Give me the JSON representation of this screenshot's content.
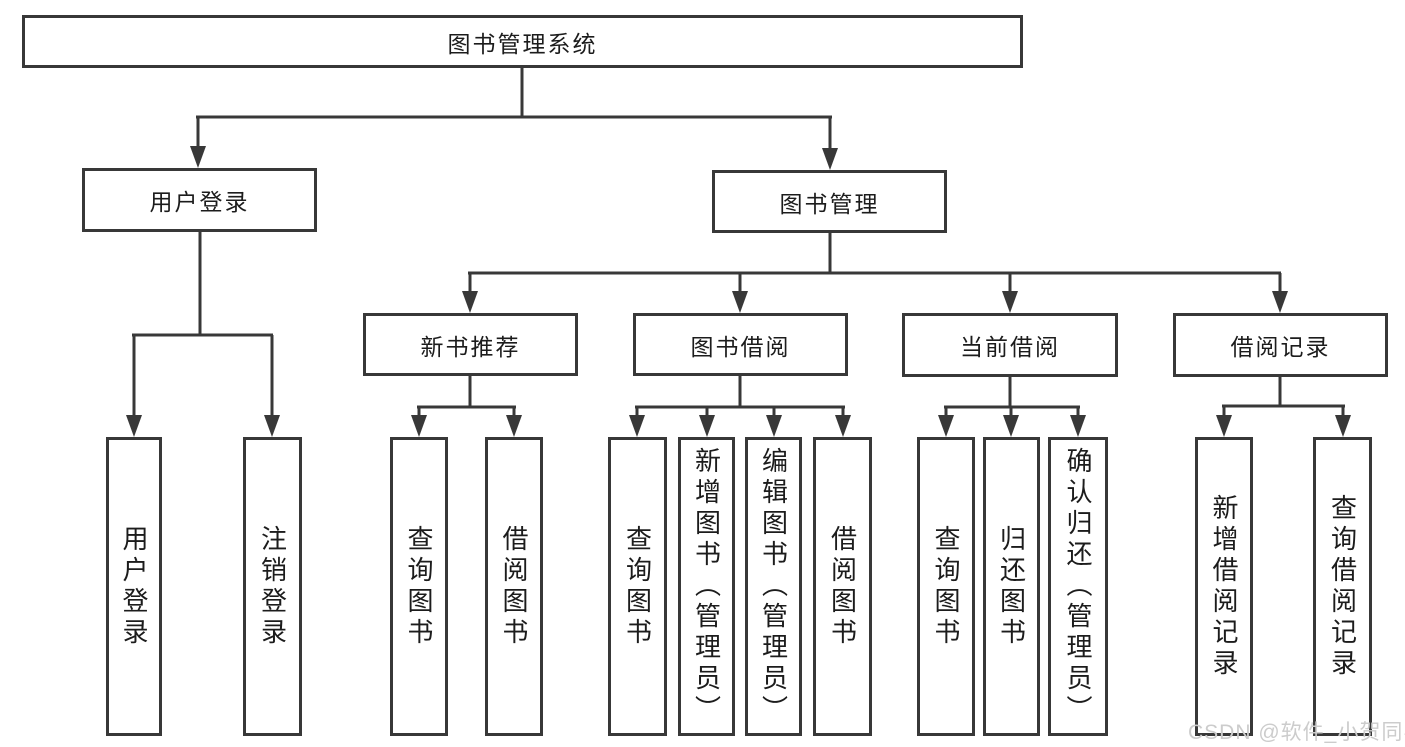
{
  "diagram": {
    "root": {
      "label": "图书管理系统"
    },
    "user_login": {
      "label": "用户登录",
      "children": {
        "login": {
          "label": "用户登录"
        },
        "logout": {
          "label": "注销登录"
        }
      }
    },
    "book_mgmt": {
      "label": "图书管理",
      "sections": {
        "new_book": {
          "label": "新书推荐",
          "children": {
            "query": {
              "label": "查询图书"
            },
            "borrow": {
              "label": "借阅图书"
            }
          }
        },
        "borrowing": {
          "label": "图书借阅",
          "children": {
            "query": {
              "label": "查询图书"
            },
            "add": {
              "label": "新增图书（管理员）"
            },
            "edit": {
              "label": "编辑图书（管理员）"
            },
            "borrow": {
              "label": "借阅图书"
            }
          }
        },
        "current": {
          "label": "当前借阅",
          "children": {
            "query": {
              "label": "查询图书"
            },
            "return": {
              "label": "归还图书"
            },
            "confirm": {
              "label": "确认归还（管理员）"
            }
          }
        },
        "records": {
          "label": "借阅记录",
          "children": {
            "add": {
              "label": "新增借阅记录"
            },
            "query": {
              "label": "查询借阅记录"
            }
          }
        }
      }
    }
  },
  "watermark": {
    "text": "CSDN @软件_小贺同学"
  },
  "colors": {
    "line": "#383838",
    "box_border": "#383838",
    "text": "#1c1c1c",
    "background": "#ffffff",
    "watermark": "#cccccc"
  }
}
